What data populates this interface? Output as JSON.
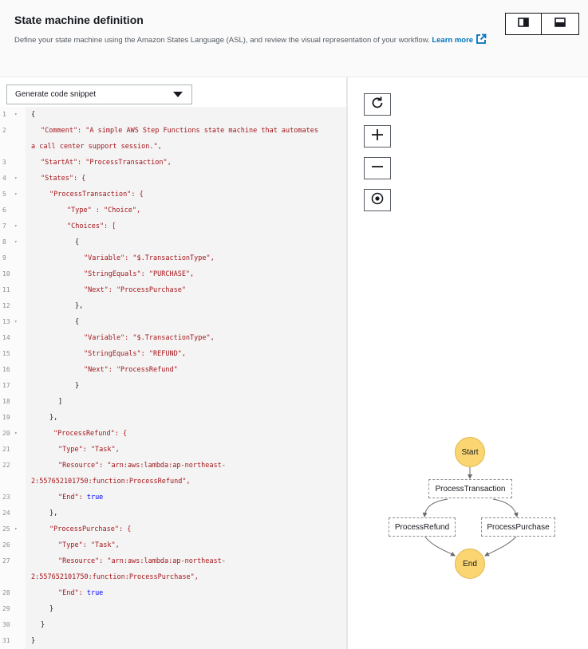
{
  "header": {
    "title": "State machine definition",
    "description": "Define your state machine using the Amazon States Language (ASL), and review the visual representation of your workflow.",
    "learn_more": "Learn more"
  },
  "layout_toggle": {
    "icons": [
      "split-vertical-icon",
      "split-horizontal-icon"
    ]
  },
  "editor": {
    "snippet_dropdown": "Generate code snippet",
    "lines": [
      {
        "n": "1",
        "fold": true,
        "indent": 39,
        "text": "{",
        "kind": "punct"
      },
      {
        "n": "2",
        "fold": false,
        "indent": 51,
        "text": "\"Comment\": \"A simple AWS Step Functions state machine that automates",
        "kind": "str"
      },
      {
        "n": "",
        "fold": false,
        "indent": 39,
        "text": "a call center support session.\",",
        "kind": "str"
      },
      {
        "n": "3",
        "fold": false,
        "indent": 51,
        "text": "\"StartAt\": \"ProcessTransaction\",",
        "kind": "str"
      },
      {
        "n": "4",
        "fold": true,
        "indent": 51,
        "text": "\"States\": {",
        "kind": "str"
      },
      {
        "n": "5",
        "fold": true,
        "indent": 62,
        "text": "\"ProcessTransaction\": {",
        "kind": "str"
      },
      {
        "n": "6",
        "fold": false,
        "indent": 84,
        "text": "\"Type\" : \"Choice\",",
        "kind": "str"
      },
      {
        "n": "7",
        "fold": true,
        "indent": 84,
        "text": "\"Choices\": [",
        "kind": "str"
      },
      {
        "n": "8",
        "fold": true,
        "indent": 94,
        "text": "{",
        "kind": "punct"
      },
      {
        "n": "9",
        "fold": false,
        "indent": 105,
        "text": "\"Variable\": \"$.TransactionType\",",
        "kind": "str"
      },
      {
        "n": "10",
        "fold": false,
        "indent": 105,
        "text": "\"StringEquals\": \"PURCHASE\",",
        "kind": "str"
      },
      {
        "n": "11",
        "fold": false,
        "indent": 105,
        "text": "\"Next\": \"ProcessPurchase\"",
        "kind": "str"
      },
      {
        "n": "12",
        "fold": false,
        "indent": 94,
        "text": "},",
        "kind": "punct"
      },
      {
        "n": "13",
        "fold": true,
        "indent": 94,
        "text": "{",
        "kind": "punct"
      },
      {
        "n": "14",
        "fold": false,
        "indent": 105,
        "text": "\"Variable\": \"$.TransactionType\",",
        "kind": "str"
      },
      {
        "n": "15",
        "fold": false,
        "indent": 105,
        "text": "\"StringEquals\": \"REFUND\",",
        "kind": "str"
      },
      {
        "n": "16",
        "fold": false,
        "indent": 105,
        "text": "\"Next\": \"ProcessRefund\"",
        "kind": "str"
      },
      {
        "n": "17",
        "fold": false,
        "indent": 94,
        "text": "}",
        "kind": "punct"
      },
      {
        "n": "18",
        "fold": false,
        "indent": 73,
        "text": "]",
        "kind": "punct"
      },
      {
        "n": "19",
        "fold": false,
        "indent": 62,
        "text": "},",
        "kind": "punct"
      },
      {
        "n": "20",
        "fold": true,
        "indent": 67,
        "text": "\"ProcessRefund\": {",
        "kind": "str"
      },
      {
        "n": "21",
        "fold": false,
        "indent": 73,
        "text": "\"Type\": \"Task\",",
        "kind": "str"
      },
      {
        "n": "22",
        "fold": false,
        "indent": 73,
        "text": "\"Resource\": \"arn:aws:lambda:ap-northeast-",
        "kind": "str"
      },
      {
        "n": "",
        "fold": false,
        "indent": 39,
        "text": "2:557652101750:function:ProcessRefund\",",
        "kind": "str"
      },
      {
        "n": "23",
        "fold": false,
        "indent": 73,
        "text": "\"End\": ",
        "kind": "str",
        "bool": "true"
      },
      {
        "n": "24",
        "fold": false,
        "indent": 62,
        "text": "},",
        "kind": "punct"
      },
      {
        "n": "25",
        "fold": true,
        "indent": 62,
        "text": "\"ProcessPurchase\": {",
        "kind": "str"
      },
      {
        "n": "26",
        "fold": false,
        "indent": 73,
        "text": "\"Type\": \"Task\",",
        "kind": "str"
      },
      {
        "n": "27",
        "fold": false,
        "indent": 73,
        "text": "\"Resource\": \"arn:aws:lambda:ap-northeast-",
        "kind": "str"
      },
      {
        "n": "",
        "fold": false,
        "indent": 39,
        "text": "2:557652101750:function:ProcessPurchase\",",
        "kind": "str"
      },
      {
        "n": "28",
        "fold": false,
        "indent": 73,
        "text": "\"End\": ",
        "kind": "str",
        "bool": "true"
      },
      {
        "n": "29",
        "fold": false,
        "indent": 62,
        "text": "}",
        "kind": "punct"
      },
      {
        "n": "30",
        "fold": false,
        "indent": 51,
        "text": "}",
        "kind": "punct"
      },
      {
        "n": "31",
        "fold": false,
        "indent": 39,
        "text": "}",
        "kind": "punct"
      }
    ]
  },
  "graph": {
    "controls": [
      "refresh-icon",
      "zoom-in-icon",
      "zoom-out-icon",
      "center-icon"
    ],
    "nodes": {
      "start": "Start",
      "process_transaction": "ProcessTransaction",
      "process_refund": "ProcessRefund",
      "process_purchase": "ProcessPurchase",
      "end": "End"
    },
    "colors": {
      "terminal_fill": "#fad571",
      "edge": "#6b6b6b"
    }
  }
}
